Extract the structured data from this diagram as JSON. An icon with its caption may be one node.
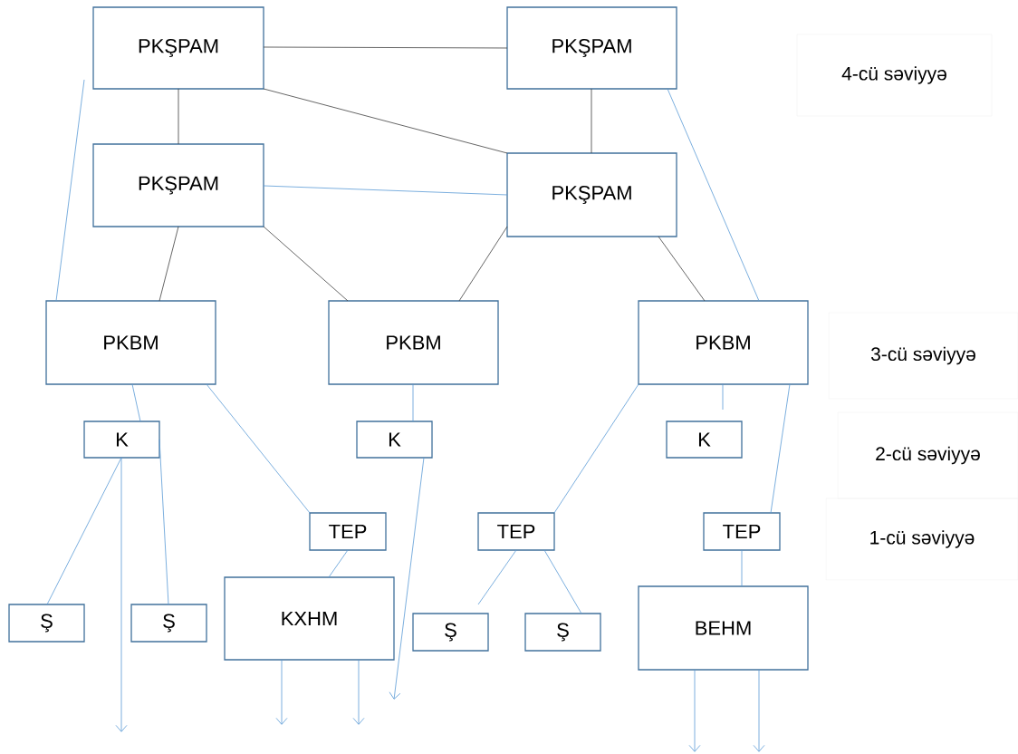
{
  "diagram": {
    "nodes": [
      {
        "text": [
          "PKŞPAM"
        ]
      },
      {
        "text": [
          "PKŞPAM"
        ]
      },
      {
        "text": [
          "PKŞPAM"
        ]
      },
      {
        "text": [
          "PKŞPAM"
        ]
      },
      {
        "text": [
          "PKBM"
        ]
      },
      {
        "text": [
          "PKBM"
        ]
      },
      {
        "text": [
          "PKBM"
        ]
      },
      {
        "text": [
          "K"
        ]
      },
      {
        "text": [
          "K"
        ]
      },
      {
        "text": [
          "K"
        ]
      },
      {
        "text": [
          "TEP"
        ]
      },
      {
        "text": [
          "TEP"
        ]
      },
      {
        "text": [
          "TEP"
        ]
      },
      {
        "text": [
          "Ş"
        ]
      },
      {
        "text": [
          "Ş"
        ]
      },
      {
        "text": [
          "KXHM"
        ]
      },
      {
        "text": [
          "Ş"
        ]
      },
      {
        "text": [
          "Ş"
        ]
      },
      {
        "text": [
          "BEHM"
        ]
      }
    ],
    "edges": [
      {
        "from": 0,
        "to": 1,
        "arrow": "none",
        "color": "#404040"
      },
      {
        "from": 0,
        "to": 2,
        "arrow": "none",
        "color": "#404040"
      },
      {
        "from": 0,
        "to": 3,
        "arrow": "none",
        "color": "#404040"
      },
      {
        "from": 1,
        "to": 3,
        "arrow": "none",
        "color": "#404040"
      },
      {
        "from": 2,
        "to": 3,
        "arrow": "none"
      },
      {
        "from": 2,
        "to": 4,
        "arrow": "none",
        "color": "#404040"
      },
      {
        "from": 2,
        "to": 5,
        "arrow": "none",
        "color": "#404040"
      },
      {
        "from": 3,
        "to": 5,
        "arrow": "none",
        "color": "#404040"
      },
      {
        "from": 3,
        "to": 6,
        "arrow": "none",
        "color": "#404040"
      },
      {
        "from": 0,
        "to": 4,
        "arrow": "none"
      },
      {
        "from": 1,
        "to": 6,
        "arrow": "none"
      },
      {
        "from": 4,
        "to": 7,
        "arrow": "none"
      },
      {
        "from": 4,
        "to": 10,
        "arrow": "none"
      },
      {
        "from": 5,
        "to": 8,
        "arrow": "none"
      },
      {
        "from": 6,
        "to": 11,
        "arrow": "none"
      },
      {
        "from": 6,
        "to": 9,
        "arrow": "none"
      },
      {
        "from": 6,
        "to": 12,
        "arrow": "none"
      },
      {
        "from": 7,
        "to": 13,
        "arrow": "none"
      },
      {
        "from": 7,
        "to": 14,
        "arrow": "none"
      },
      {
        "from": 7,
        "to": null,
        "arrow": "to"
      },
      {
        "from": 10,
        "to": 15,
        "arrow": "none"
      },
      {
        "from": 11,
        "to": 16,
        "arrow": "none"
      },
      {
        "from": 11,
        "to": 17,
        "arrow": "none"
      },
      {
        "from": 12,
        "to": 18,
        "arrow": "none"
      },
      {
        "from": 8,
        "to": null,
        "arrow": "to"
      },
      {
        "from": 15,
        "to": null,
        "arrow": "to"
      },
      {
        "from": 15,
        "to": null,
        "arrow": "to"
      },
      {
        "from": 18,
        "to": null,
        "arrow": "to"
      },
      {
        "from": 18,
        "to": null,
        "arrow": "to"
      }
    ],
    "labels": [
      "4-cü səviyyə",
      "3-cü səviyyə",
      "2-cü səviyyə",
      "1-cü səviyyə"
    ]
  }
}
